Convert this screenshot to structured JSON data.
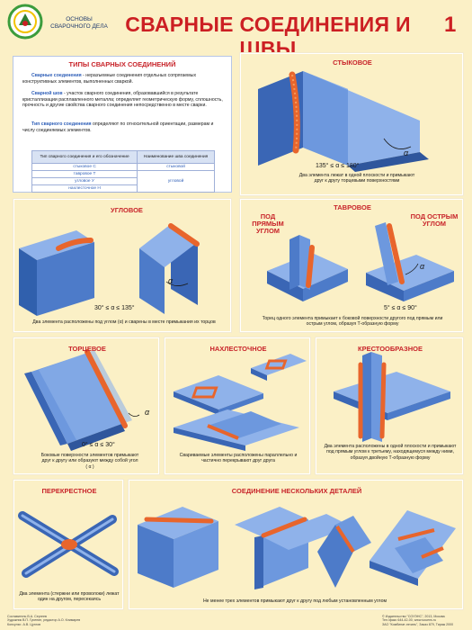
{
  "header": {
    "label": "ОСНОВЫ СВАРОЧНОГО ДЕЛА",
    "title": "СВАРНЫЕ СОЕДИНЕНИЯ И ШВЫ",
    "page_number": "1"
  },
  "info": {
    "title": "ТИПЫ СВАРНЫХ СОЕДИНЕНИЙ",
    "p1_term": "Сварные соединения",
    "p1_text": " - неразъемные соединения отдельных сопрягаемых конструктивных элементов, выполненных сваркой.",
    "p2_term": "Сварной шов",
    "p2_text": " - участок сварного соединения, образовавшийся в результате кристаллизации расплавленного металла; определяет геометрическую форму, сплошность, прочность и другие свойства сварного соединения непосредственно в месте сварки.",
    "p3_term": "Тип сварного соединения",
    "p3_text": " определяют по относительной ориентации, размерам и числу соединяемых элементов.",
    "table": {
      "col1": "Тип сварного соединения и его обозначение",
      "col2": "Наименование шва соединения",
      "rows": [
        "стыковое С",
        "тавровое Т",
        "угловое У",
        "нахлесточное Н"
      ],
      "seams": [
        "стыковой",
        "угловой"
      ]
    }
  },
  "panels": {
    "butt": {
      "title": "СТЫКОВОЕ",
      "formula": "135° ≤ α ≤ 180°",
      "caption": "Два элемента лежат в одной плоскости и примыкают друг к другу торцевыми поверхностями"
    },
    "corner": {
      "title": "УГЛОВОЕ",
      "formula": "30° ≤ α ≤ 135°",
      "caption": "Два элемента расположены под углом (α) и сварены в месте примыкания их торцов"
    },
    "tee": {
      "title": "ТАВРОВОЕ",
      "left_label": "ПОД ПРЯМЫМ УГЛОМ",
      "right_label": "ПОД ОСТРЫМ УГЛОМ",
      "formula": "5° ≤ α ≤ 90°",
      "caption": "Торец одного элемента примыкает к боковой поверхности другого под прямым или острым углом, образуя Т-образную форму"
    },
    "edge": {
      "title": "ТОРЦЕВОЕ",
      "formula": "0° ≤ α ≤ 30°",
      "caption": "Боковые поверхности элементов примыкают друг к другу или образуют между собой угол ( α )"
    },
    "lap": {
      "title": "НАХЛЕСТОЧНОЕ",
      "caption": "Свариваемые элементы расположены параллельно и частично перекрывают друг друга"
    },
    "cross": {
      "title": "КРЕСТООБРАЗНОЕ",
      "caption": "Два элемента расположены в одной плоскости и примыкают под прямым углом к третьему, находящемуся между ними, образуя двойную Т-образную форму"
    },
    "crossed": {
      "title": "ПЕРЕКРЕСТНОЕ",
      "caption": "Два элемента (стержни или проволоки) лежат один на другом, пересекаясь"
    },
    "multi": {
      "title": "СОЕДИНЕНИЕ НЕСКОЛЬКИХ ДЕТАЛЕЙ",
      "caption": "Не менее трех элементов примыкают друг к другу под любым установленным углом"
    }
  },
  "alpha_symbol": "α",
  "footer": {
    "left": [
      "Составитель В.А. Сергеев",
      "Художник В.П. Гусенин, редактор А.О. Климарев",
      "Консульт.: А.В. Цуглов"
    ],
    "right": [
      "© Издательство \"СОУЭНС\", 2013, Москва",
      "Тел./факс 644-42-00, www.souens.ru",
      "ЗАО \"Комбинат-печать\", Заказ 879, Тираж 2000"
    ]
  },
  "colors": {
    "title_red": "#cc1f23",
    "plate_blue": "#5f8ad6",
    "weld_orange": "#e8652c",
    "panel_border": "#ffffff"
  }
}
